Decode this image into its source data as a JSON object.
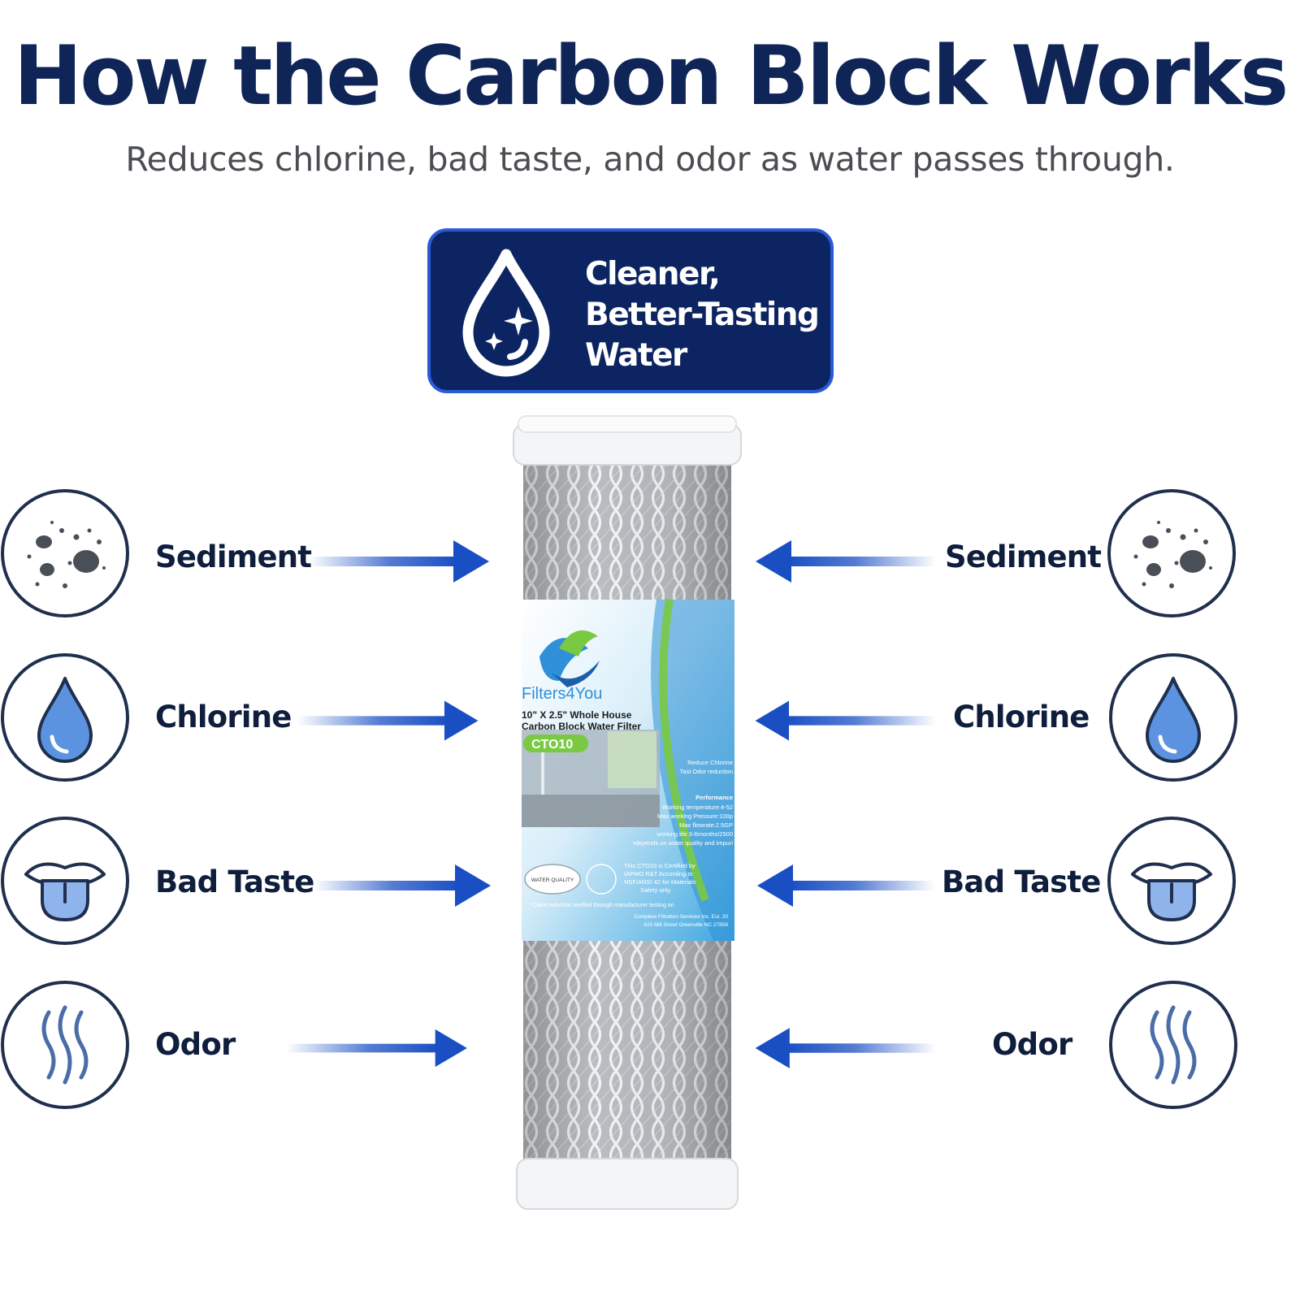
{
  "header": {
    "title": "How the Carbon Block Works",
    "subtitle": "Reduces chlorine, bad taste, and odor as water passes through."
  },
  "badge": {
    "icon": "water-drop-sparkle-icon",
    "lines": [
      "Cleaner,",
      "Better-Tasting",
      "Water"
    ]
  },
  "contaminants": [
    {
      "label": "Sediment",
      "icon": "sediment-particles-icon"
    },
    {
      "label": "Chlorine",
      "icon": "water-drop-icon"
    },
    {
      "label": "Bad Taste",
      "icon": "tongue-icon"
    },
    {
      "label": "Odor",
      "icon": "odor-waves-icon"
    }
  ],
  "product_label": {
    "brand": "Filters4You",
    "size_line": "10\" X 2.5\" Whole House",
    "type_line": "Carbon Block Water Filter",
    "model": "CTO10",
    "reduce_lines": [
      "Reduce Chlorine",
      "Tast Odor reduction"
    ],
    "performance_title": "Performance",
    "performance_lines": [
      "Working temperature:4-52",
      "Max working Pressure:100p",
      "Max flowrate:2.5GP",
      "working life:3-6months/2500",
      "•depends on water quality and impuri"
    ],
    "seal_text": "WATER QUALITY",
    "cert_lines": [
      "This CTO10 is Certified by",
      "IAPMO R&T According to",
      "NSF/ANSI 42 for Materials",
      "Safety only."
    ],
    "claim_line": "^Claim reduction verified through manufacturer testing on",
    "company_lines": [
      "Complete Filtration Services Inc. Est. 20",
      "425 Mill Street Greenville NC 27858"
    ]
  },
  "colors": {
    "title": "#0f2557",
    "badge_bg": "#0c2461",
    "arrow": "#1a4fc4",
    "label_blue": "#2f8fd8"
  }
}
